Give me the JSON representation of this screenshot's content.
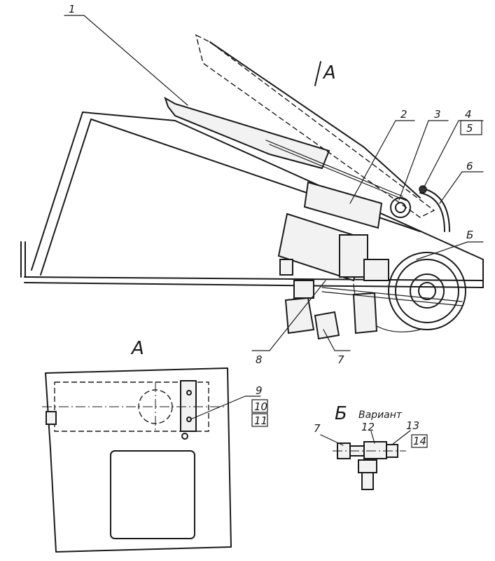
{
  "callouts": {
    "c1": "1",
    "c2": "2",
    "c3": "3",
    "c4": "4",
    "c5": "5",
    "c6": "6",
    "c7": "7",
    "c8": "8",
    "c9": "9",
    "c10": "10",
    "c11": "11",
    "c12": "12",
    "c13": "13",
    "c14": "14",
    "c7b": "7"
  },
  "views": {
    "section_a_marker": "A",
    "view_a_title": "A",
    "variant_marker": "Б",
    "variant_detail_letter": "Б",
    "variant_word": "Вариант"
  }
}
